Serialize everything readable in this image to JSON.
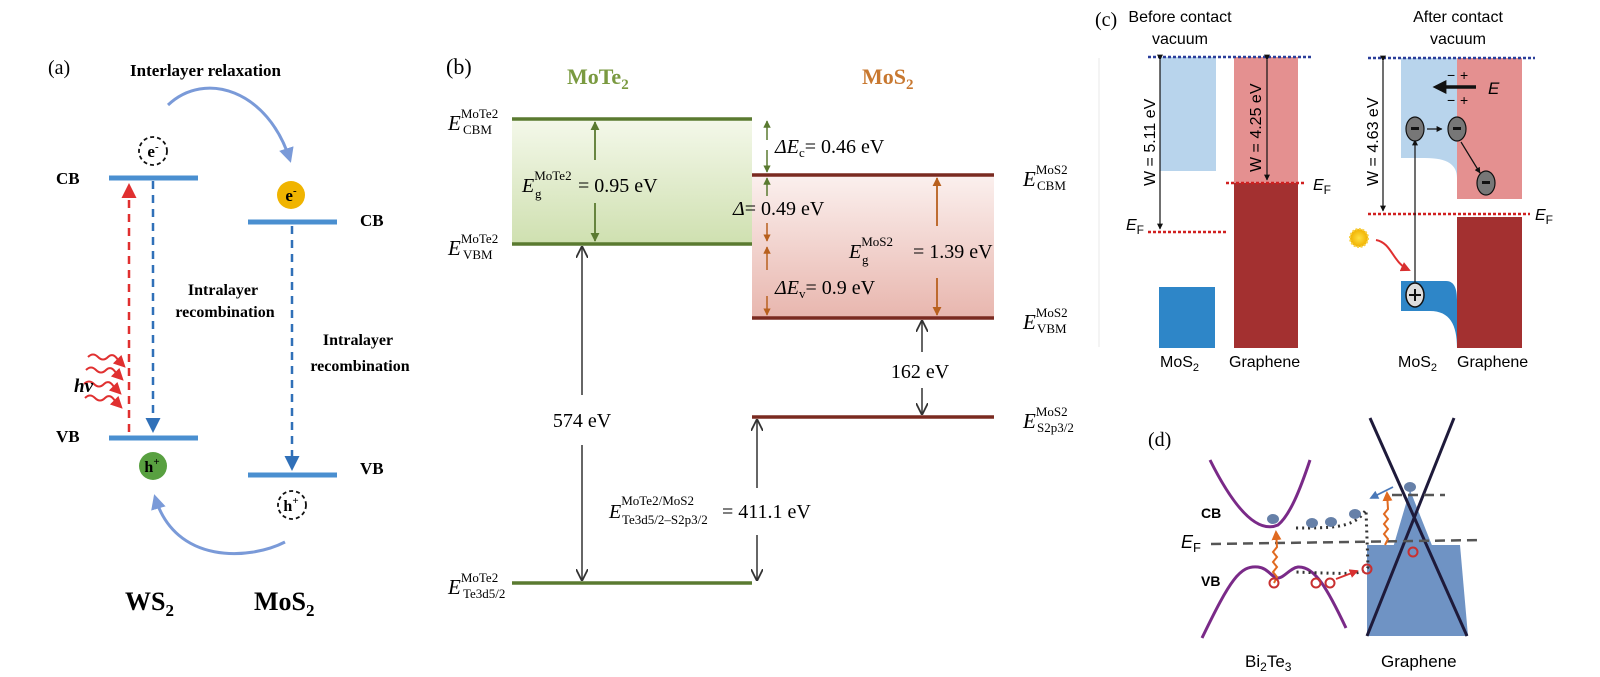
{
  "panel_a": {
    "label": "(a)",
    "title": "Interlayer relaxation",
    "ws2": {
      "name": "WS",
      "sub": "2",
      "cb": "CB",
      "vb": "VB",
      "electron_dashed": "e",
      "electron_sup": "-",
      "hole": "h",
      "hole_sup": "+"
    },
    "mos2": {
      "name": "MoS",
      "sub": "2",
      "cb": "CB",
      "vb": "VB",
      "electron": "e",
      "electron_sup": "-",
      "hole_dashed": "h",
      "hole_sup": "+"
    },
    "photon": "hv",
    "recomb_left": [
      "Intralayer",
      "recombination"
    ],
    "recomb_right": [
      "Intralayer",
      "recombination"
    ],
    "colors": {
      "band": "#4a8fd0",
      "excite": "#e03030",
      "electron": "#f0b400",
      "hole": "#58a040",
      "arrow": "#7a9ad8"
    }
  },
  "panel_b": {
    "label": "(b)",
    "mote2_title": {
      "text": "MoTe",
      "sub": "2"
    },
    "mos2_title": {
      "text": "MoS",
      "sub": "2"
    },
    "levels": {
      "mote2_cbm": {
        "sym": "E",
        "sup": "MoTe2",
        "sub": "CBM"
      },
      "mote2_vbm": {
        "sym": "E",
        "sup": "MoTe2",
        "sub": "VBM"
      },
      "mote2_core": {
        "sym": "E",
        "sup": "MoTe2",
        "sub": "Te3d5/2"
      },
      "mos2_cbm": {
        "sym": "E",
        "sup": "MoS2",
        "sub": "CBM"
      },
      "mos2_vbm": {
        "sym": "E",
        "sup": "MoS2",
        "sub": "VBM"
      },
      "mos2_core": {
        "sym": "E",
        "sup": "MoS2",
        "sub": "S2p3/2"
      }
    },
    "annotations": {
      "eg_mote2": {
        "sym": "E",
        "sup": "MoTe2",
        "sub": "g",
        "value": "= 0.95 eV"
      },
      "delta_ec": {
        "sym": "ΔE",
        "sub": "c",
        "value": "= 0.46 eV"
      },
      "delta": {
        "sym": "Δ",
        "value": "= 0.49 eV"
      },
      "eg_mos2": {
        "sym": "E",
        "sup": "MoS2",
        "sub": "g",
        "value": "= 1.39 eV"
      },
      "delta_ev": {
        "sym": "ΔE",
        "sub": "v",
        "value": "= 0.9 eV"
      },
      "gap_574": "574 eV",
      "gap_162": "162 eV",
      "core_diff": {
        "sym": "E",
        "sup": "MoTe2/MoS2",
        "sub": "Te3d5/2–S2p3/2",
        "value": "= 411.1 eV"
      }
    },
    "colors": {
      "mote2": "#5a7a30",
      "mos2": "#7a2a20",
      "mote2_title": "#7a9a40",
      "mos2_title": "#c87830"
    }
  },
  "panel_c": {
    "label": "(c)",
    "before": {
      "title": [
        "Before contact",
        "vacuum"
      ],
      "w_mos2": "W = 5.11 eV",
      "w_graphene": "W = 4.25 eV",
      "ef_left": "E",
      "ef_right": "E",
      "ef_sub": "F",
      "x_labels": [
        {
          "text": "MoS",
          "sub": "2"
        },
        {
          "text": "Graphene",
          "sub": ""
        }
      ]
    },
    "after": {
      "title": [
        "After contact",
        "vacuum"
      ],
      "w": "W = 4.63 eV",
      "field": "E",
      "ef": "E",
      "ef_sub": "F",
      "minus": "−",
      "plus": "+",
      "x_labels": [
        {
          "text": "MoS",
          "sub": "2"
        },
        {
          "text": "Graphene",
          "sub": ""
        }
      ]
    },
    "colors": {
      "mos2_light": "#b8d4ec",
      "mos2": "#2e86c8",
      "gr_light": "#e49090",
      "gr": "#a33030",
      "vac": "#2a3e9a",
      "ef": "#d02020"
    }
  },
  "panel_d": {
    "label": "(d)",
    "cb": "CB",
    "vb": "VB",
    "ef": "E",
    "ef_sub": "F",
    "left_material": {
      "text": "Bi",
      "sub1": "2",
      "mid": "Te",
      "sub2": "3"
    },
    "right_material": "Graphene",
    "colors": {
      "band": "#7a2a88",
      "cone": "#1e1a3a",
      "fill": "#6f93c4",
      "electron": "#6680a8",
      "hole": "#c83030",
      "excite": "#e06a20"
    }
  }
}
